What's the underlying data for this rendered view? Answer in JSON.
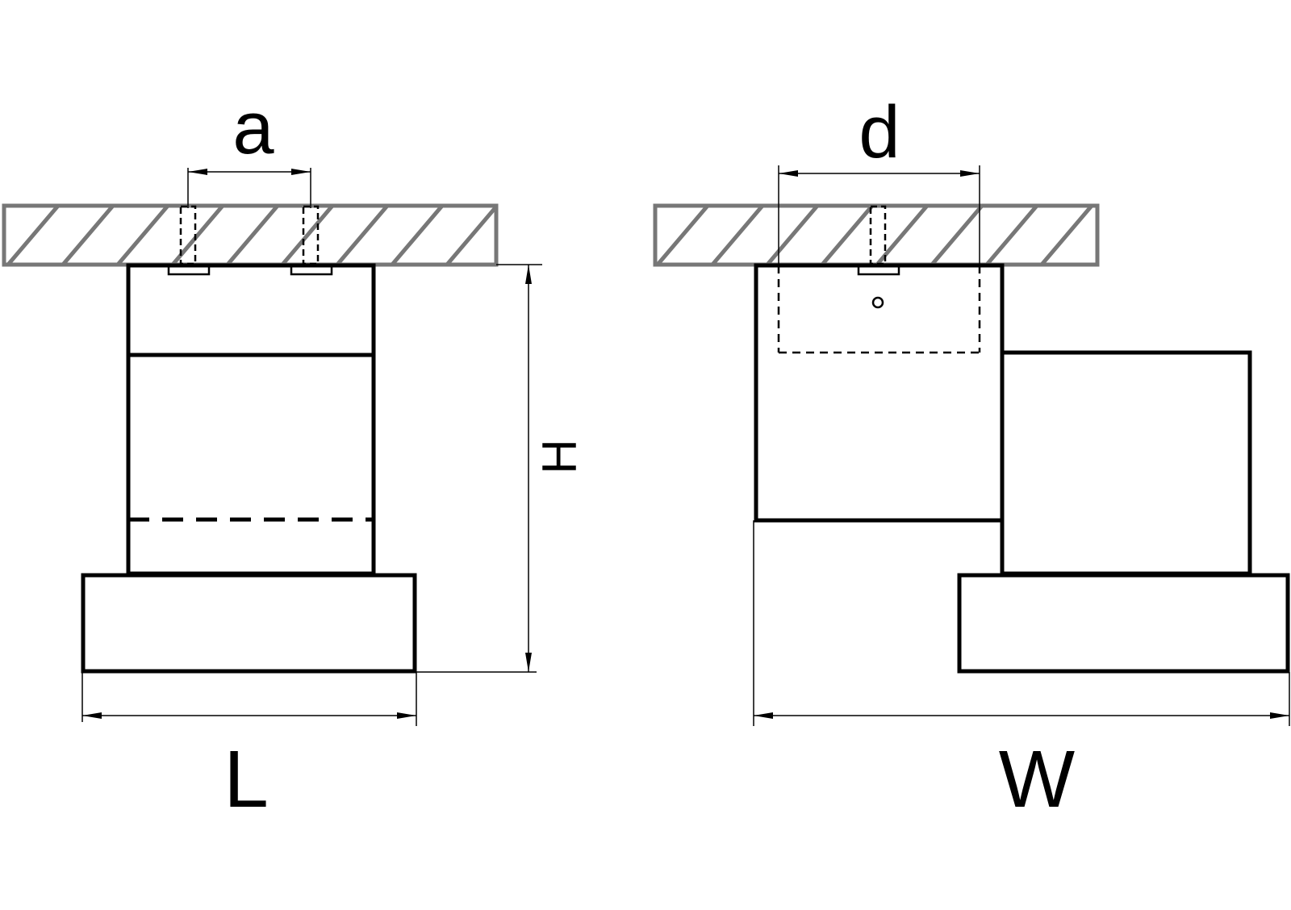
{
  "labels": {
    "a": "a",
    "d": "d",
    "H": "H",
    "L": "L",
    "W": "W"
  },
  "colors": {
    "outline": "#000000",
    "ceiling": "#777777",
    "background": "#ffffff"
  }
}
